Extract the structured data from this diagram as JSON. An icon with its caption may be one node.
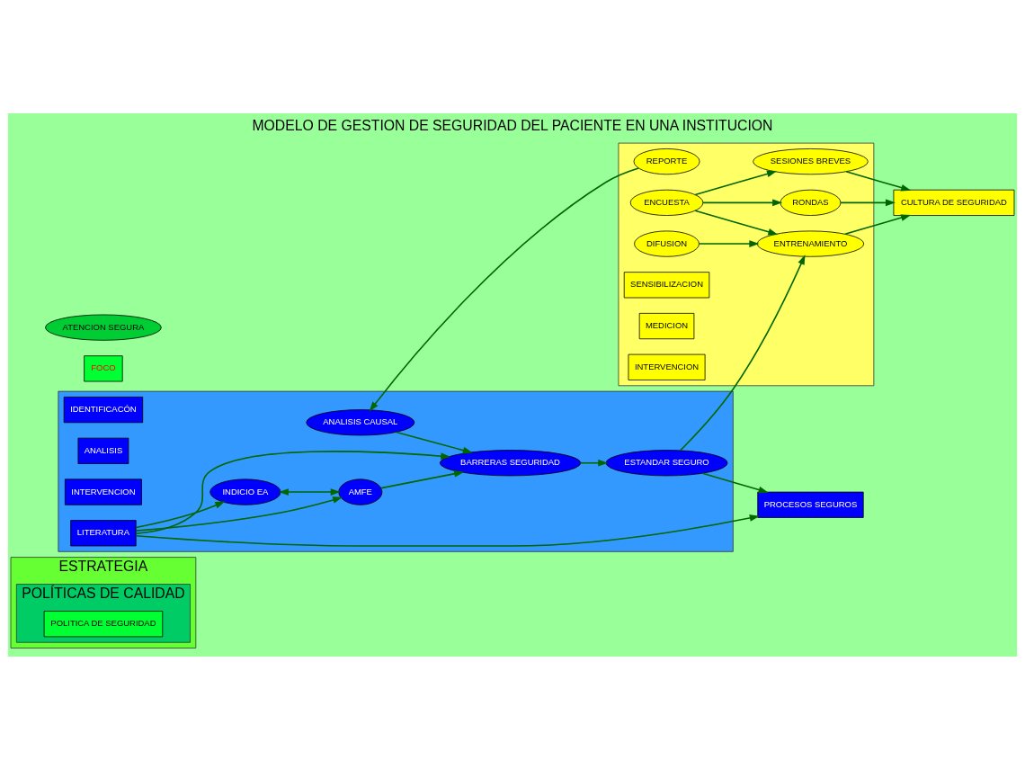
{
  "diagram": {
    "title": "MODELO DE GESTION DE SEGURIDAD DEL PACIENTE EN UNA INSTITUCION",
    "nodes": [
      {
        "text": [
          "ESTRATEGIA"
        ]
      },
      {
        "text": [
          "POLÍTICAS DE CALIDAD"
        ],
        "in": 0
      },
      {
        "text": [
          "POLITICA DE SEGURIDAD"
        ],
        "in": 1
      },
      {
        "text": [],
        "shape": "box"
      },
      {
        "text": [
          "IDENTIFICACÓN"
        ],
        "in": 3
      },
      {
        "text": [
          "ANALISIS"
        ],
        "in": 3
      },
      {
        "text": [
          "INTERVENCION"
        ],
        "in": 3
      },
      {
        "text": [
          "LITERATURA"
        ],
        "in": 3
      },
      {
        "text": [
          "AMFE"
        ],
        "in": 3
      },
      {
        "text": [
          "INDICIO EA"
        ],
        "in": 3
      },
      {
        "text": [
          "BARRERAS SEGURIDAD"
        ],
        "in": 3
      },
      {
        "text": [
          "ANALISIS CAUSAL"
        ],
        "in": 3
      },
      {
        "text": [
          "ESTANDAR SEGURO"
        ],
        "in": 3
      },
      {
        "text": [
          "FOCO"
        ]
      },
      {
        "text": [
          "PROCESOS SEGUROS"
        ]
      },
      {
        "text": [
          "ATENCION SEGURA"
        ]
      },
      {
        "text": [],
        "shape": "box"
      },
      {
        "text": [
          "REPORTE"
        ],
        "in": 16
      },
      {
        "text": [
          "ENTRENAMIENTO"
        ],
        "in": 16
      },
      {
        "text": [
          "DIFUSION"
        ],
        "in": 16
      },
      {
        "text": [
          "ENCUESTA"
        ],
        "in": 16
      },
      {
        "text": [
          "RONDAS"
        ],
        "in": 16
      },
      {
        "text": [
          "SESIONES BREVES"
        ],
        "in": 16
      },
      {
        "text": [
          "CULTURA DE SEGURIDAD"
        ]
      },
      {
        "text": [
          "SENSIBILIZACION"
        ],
        "in": 16
      },
      {
        "text": [
          "MEDICION"
        ],
        "in": 16
      },
      {
        "text": [
          "INTERVENCION"
        ],
        "in": 16
      }
    ],
    "edges": [
      {
        "from": 7,
        "to": 9,
        "arrow": "to"
      },
      {
        "from": 7,
        "to": 8,
        "arrow": "to"
      },
      {
        "from": 7,
        "to": 10,
        "arrow": "to"
      },
      {
        "from": 7,
        "to": 14,
        "arrow": "to"
      },
      {
        "from": 9,
        "to": 8,
        "arrow": "both"
      },
      {
        "from": 8,
        "to": 10,
        "arrow": "to"
      },
      {
        "from": 11,
        "to": 10,
        "arrow": "to"
      },
      {
        "from": 10,
        "to": 12,
        "arrow": "to"
      },
      {
        "from": 12,
        "to": 14,
        "arrow": "to"
      },
      {
        "from": 12,
        "to": 18,
        "arrow": "to"
      },
      {
        "from": 17,
        "to": 11,
        "arrow": "to"
      },
      {
        "from": 19,
        "to": 18,
        "arrow": "to"
      },
      {
        "from": 20,
        "to": 18,
        "arrow": "to"
      },
      {
        "from": 20,
        "to": 21,
        "arrow": "to"
      },
      {
        "from": 20,
        "to": 22,
        "arrow": "to"
      },
      {
        "from": 18,
        "to": 23,
        "arrow": "to"
      },
      {
        "from": 21,
        "to": 23,
        "arrow": "to"
      },
      {
        "from": 22,
        "to": 23,
        "arrow": "to"
      }
    ]
  }
}
